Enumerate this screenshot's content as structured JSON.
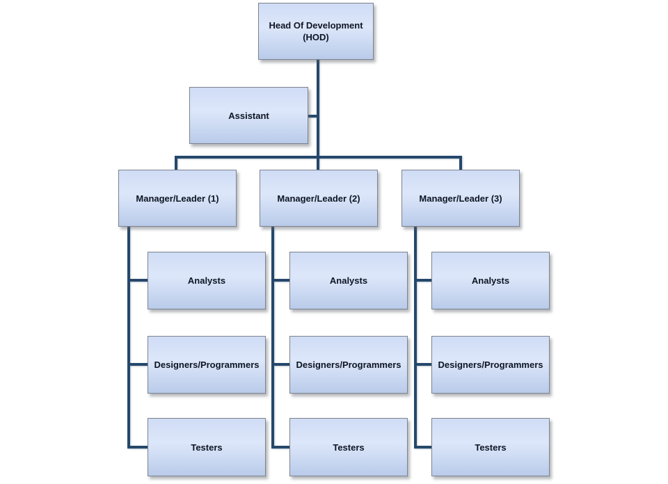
{
  "diagram": {
    "type": "org-chart",
    "colors": {
      "background": "#ffffff",
      "connector": "#25486b",
      "node-fill-top": "#cfdcf5",
      "node-fill-mid": "#dde7fa",
      "node-fill-bottom": "#b9cbea",
      "node-border": "#7d828c",
      "node-text": "#0d1524"
    },
    "org": {
      "root": "Head Of Development (HOD)",
      "assistant": "Assistant",
      "teams": [
        {
          "manager": "Manager/Leader (1)",
          "members": [
            "Analysts",
            "Designers/Programmers",
            "Testers"
          ]
        },
        {
          "manager": "Manager/Leader (2)",
          "members": [
            "Analysts",
            "Designers/Programmers",
            "Testers"
          ]
        },
        {
          "manager": "Manager/Leader (3)",
          "members": [
            "Analysts",
            "Designers/Programmers",
            "Testers"
          ]
        }
      ]
    }
  }
}
